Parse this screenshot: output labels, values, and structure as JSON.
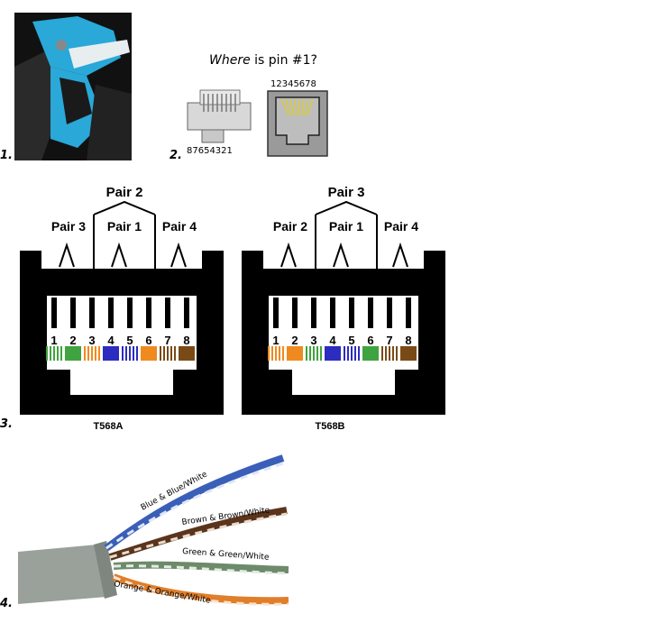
{
  "figure": {
    "panel_numbers": [
      "1.",
      "2.",
      "3.",
      "4."
    ]
  },
  "pin_panel": {
    "question_italic": "Where",
    "question_rest": " is pin #1?",
    "plug_pins_label": "87654321",
    "jack_pins_label": "12345678"
  },
  "wiring": {
    "t568a": {
      "name": "T568A",
      "pair_top": "Pair 2",
      "pair_left": "Pair 3",
      "pair_center": "Pair 1",
      "pair_right": "Pair 4",
      "pin_numbers": [
        "1",
        "2",
        "3",
        "4",
        "5",
        "6",
        "7",
        "8"
      ],
      "pin_colors": [
        "#3fa33f",
        "#3fa33f",
        "#ef8a1e",
        "#2c2cc0",
        "#2c2cc0",
        "#ef8a1e",
        "#7a4a16",
        "#7a4a16"
      ],
      "pin_striped": [
        true,
        false,
        true,
        false,
        true,
        false,
        true,
        false
      ]
    },
    "t568b": {
      "name": "T568B",
      "pair_top": "Pair 3",
      "pair_left": "Pair 2",
      "pair_center": "Pair 1",
      "pair_right": "Pair 4",
      "pin_numbers": [
        "1",
        "2",
        "3",
        "4",
        "5",
        "6",
        "7",
        "8"
      ],
      "pin_colors": [
        "#ef8a1e",
        "#ef8a1e",
        "#3fa33f",
        "#2c2cc0",
        "#2c2cc0",
        "#3fa33f",
        "#7a4a16",
        "#7a4a16"
      ],
      "pin_striped": [
        true,
        false,
        true,
        false,
        true,
        false,
        true,
        false
      ]
    }
  },
  "cable_labels": {
    "blue": "Blue & Blue/White",
    "brown": "Brown & Brown/White",
    "green": "Green & Green/White",
    "orange": "Orange & Orange/White"
  },
  "colors": {
    "tool_blue": "#2aa8d8",
    "tool_black": "#1c1c1c",
    "jack_black": "#000000",
    "cable_gray": "#9aa09a",
    "wire_blue": "#3a5fb8",
    "wire_brown": "#5a341c",
    "wire_green": "#6d8a6a",
    "wire_orange": "#e07e2a"
  }
}
